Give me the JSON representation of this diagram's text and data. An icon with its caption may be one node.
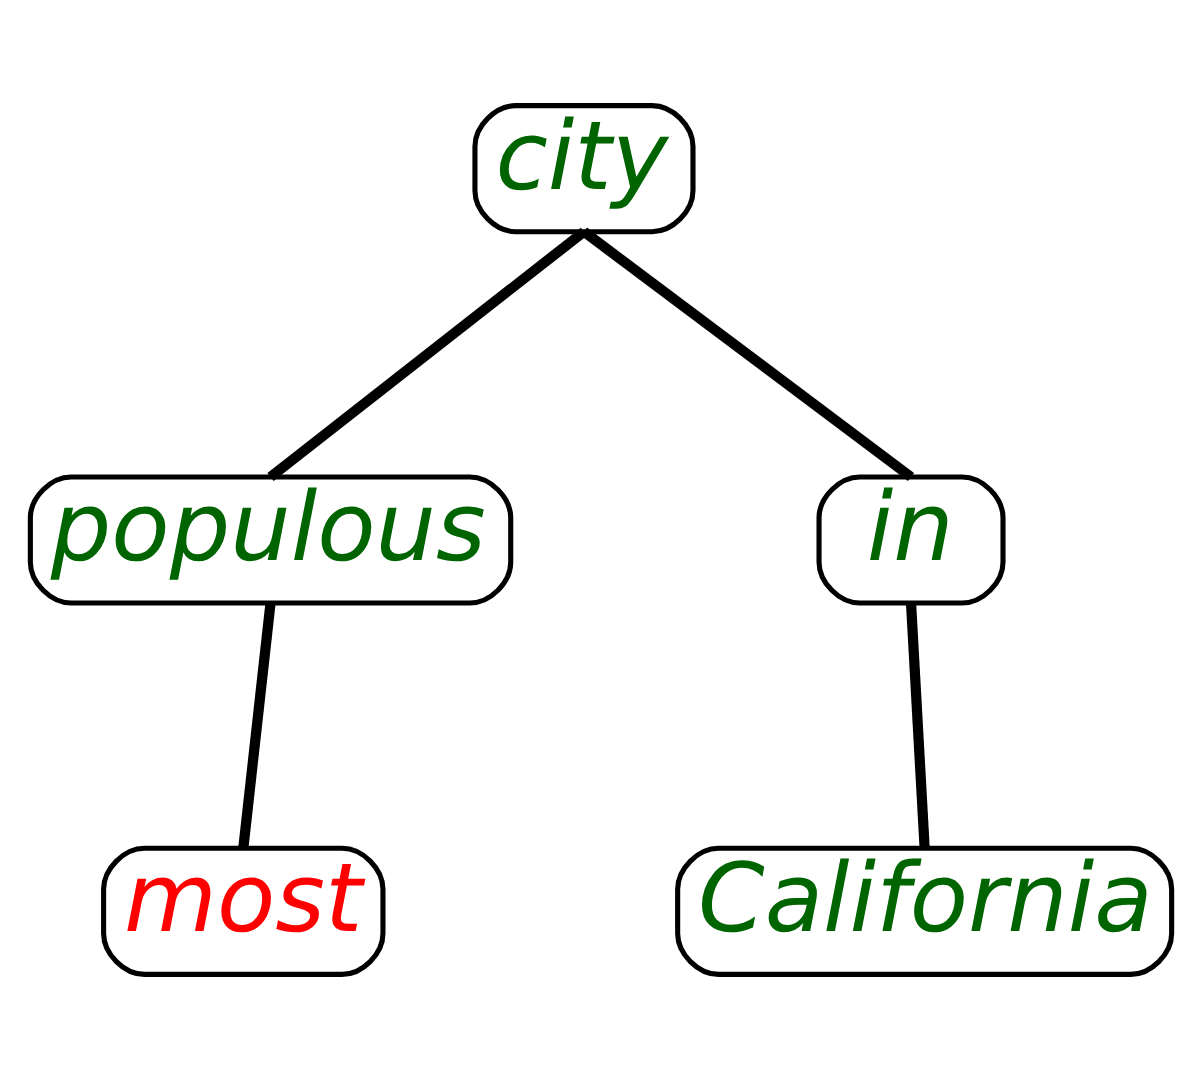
{
  "diagram": {
    "nodes": [
      {
        "text": [
          "city"
        ]
      },
      {
        "text": [
          "populous"
        ]
      },
      {
        "text": [
          "in"
        ]
      },
      {
        "text": [
          "most"
        ]
      },
      {
        "text": [
          "California"
        ]
      }
    ],
    "edges": [
      {
        "from": 0,
        "to": 1,
        "arrow": "none"
      },
      {
        "from": 0,
        "to": 2,
        "arrow": "none"
      },
      {
        "from": 1,
        "to": 3,
        "arrow": "none"
      },
      {
        "from": 2,
        "to": 4,
        "arrow": "none"
      }
    ]
  }
}
